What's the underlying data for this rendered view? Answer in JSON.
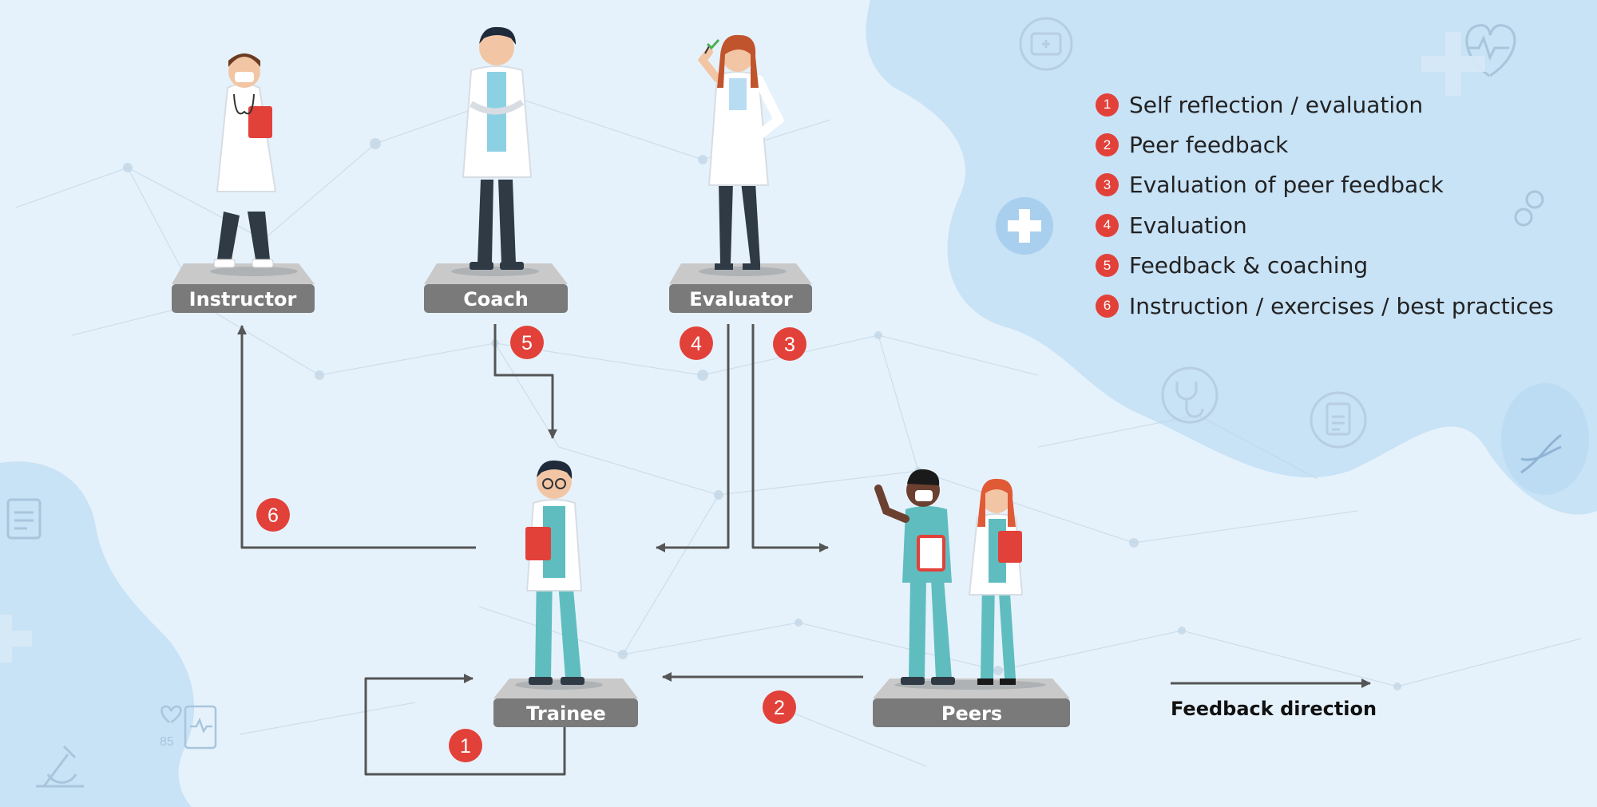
{
  "nodes": {
    "instructor": "Instructor",
    "coach": "Coach",
    "evaluator": "Evaluator",
    "trainee": "Trainee",
    "peers": "Peers"
  },
  "steps": {
    "s1": "1",
    "s2": "2",
    "s3": "3",
    "s4": "4",
    "s5": "5",
    "s6": "6"
  },
  "legend": [
    {
      "num": "1",
      "label": "Self reflection / evaluation"
    },
    {
      "num": "2",
      "label": "Peer feedback"
    },
    {
      "num": "3",
      "label": "Evaluation of peer feedback"
    },
    {
      "num": "4",
      "label": "Evaluation"
    },
    {
      "num": "5",
      "label": "Feedback & coaching"
    },
    {
      "num": "6",
      "label": "Instruction / exercises / best practices"
    }
  ],
  "direction_label": "Feedback direction",
  "decor_number": "85",
  "colors": {
    "background": "#e6f2fb",
    "blob": "#c8e2f6",
    "pedestal_top": "#c9c9c9",
    "pedestal_label": "#7a7a7a",
    "badge": "#e2413a",
    "arrow": "#555555",
    "coat": "#ffffff",
    "scrubs": "#5fbdc0"
  }
}
